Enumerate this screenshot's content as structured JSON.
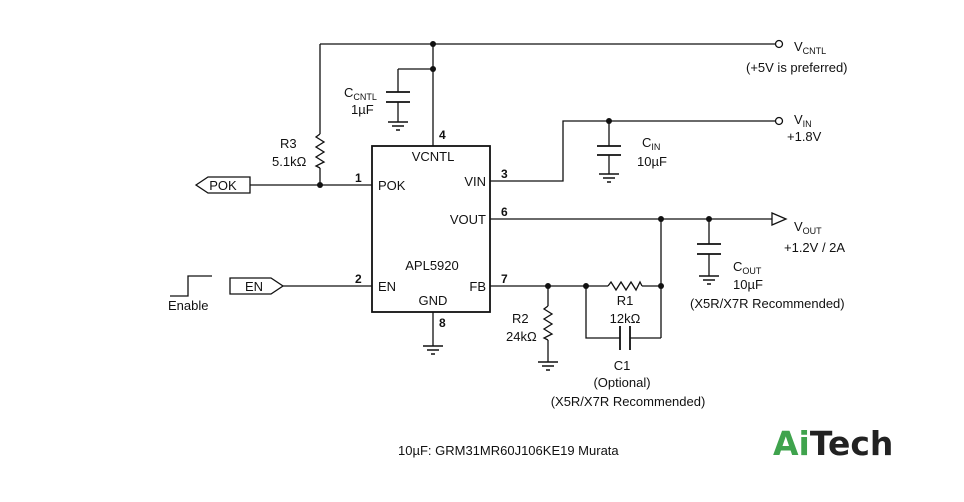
{
  "chip": {
    "name": "APL5920",
    "pins": {
      "vcntl": "VCNTL",
      "pok": "POK",
      "vin": "VIN",
      "vout": "VOUT",
      "en": "EN",
      "fb": "FB",
      "gnd": "GND"
    },
    "pin_numbers": {
      "pok": "1",
      "en": "2",
      "vin": "3",
      "vcntl": "4",
      "vout": "6",
      "fb": "7",
      "gnd": "8"
    }
  },
  "rails": {
    "vcntl": {
      "name": "V",
      "sub": "CNTL",
      "note": "(+5V is preferred)"
    },
    "vin": {
      "name": "V",
      "sub": "IN",
      "value": "+1.8V"
    },
    "vout": {
      "name": "V",
      "sub": "OUT",
      "value": "+1.2V / 2A"
    }
  },
  "components": {
    "c_cntl": {
      "name": "C",
      "sub": "CNTL",
      "value": "1µF"
    },
    "c_in": {
      "name": "C",
      "sub": "IN",
      "value": "10µF"
    },
    "c_out": {
      "name": "C",
      "sub": "OUT",
      "value": "10µF",
      "note": "(X5R/X7R Recommended)"
    },
    "r3": {
      "name": "R3",
      "value": "5.1kΩ"
    },
    "r2": {
      "name": "R2",
      "value": "24kΩ"
    },
    "r1": {
      "name": "R1",
      "value": "12kΩ"
    },
    "c1": {
      "name": "C1",
      "note": "(Optional)",
      "note2": "(X5R/X7R Recommended)"
    }
  },
  "signals": {
    "pok": "POK",
    "en": "EN",
    "enable_label": "Enable"
  },
  "footnote": "10µF: GRM31MR60J106KE19 Murata",
  "logo": {
    "part1": "Ai",
    "part2": "Tech",
    "color1": "#3fa34d",
    "color2": "#222222"
  }
}
